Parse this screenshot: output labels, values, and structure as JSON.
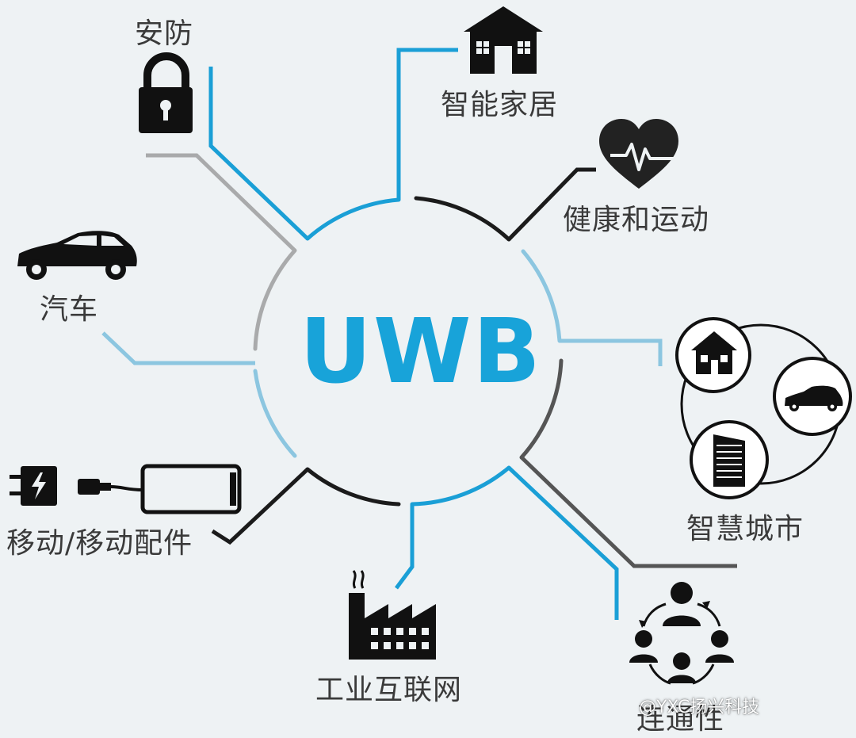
{
  "center": {
    "title": "UWB"
  },
  "labels": {
    "security": "安防",
    "smart_home": "智能家居",
    "health": "健康和运动",
    "car": "汽车",
    "smart_city": "智慧城市",
    "mobile": "移动/移动配件",
    "industrial": "工业互联网",
    "connectivity": "连通性"
  },
  "watermark": "@YXC扬兴科技",
  "icons": {
    "security": "padlock-icon",
    "smart_home": "house-icon",
    "health": "heart-pulse-icon",
    "car": "car-icon",
    "smart_city": "house-car-building-cluster-icon",
    "mobile": "charger-cable-phone-icon",
    "industrial": "factory-icon",
    "connectivity": "people-network-icon"
  },
  "colors": {
    "blue": "#1a9fd6",
    "light_blue": "#8cc6e0",
    "black": "#1b1b1b",
    "gray": "#a9aaab",
    "background": "#eef2f4"
  }
}
